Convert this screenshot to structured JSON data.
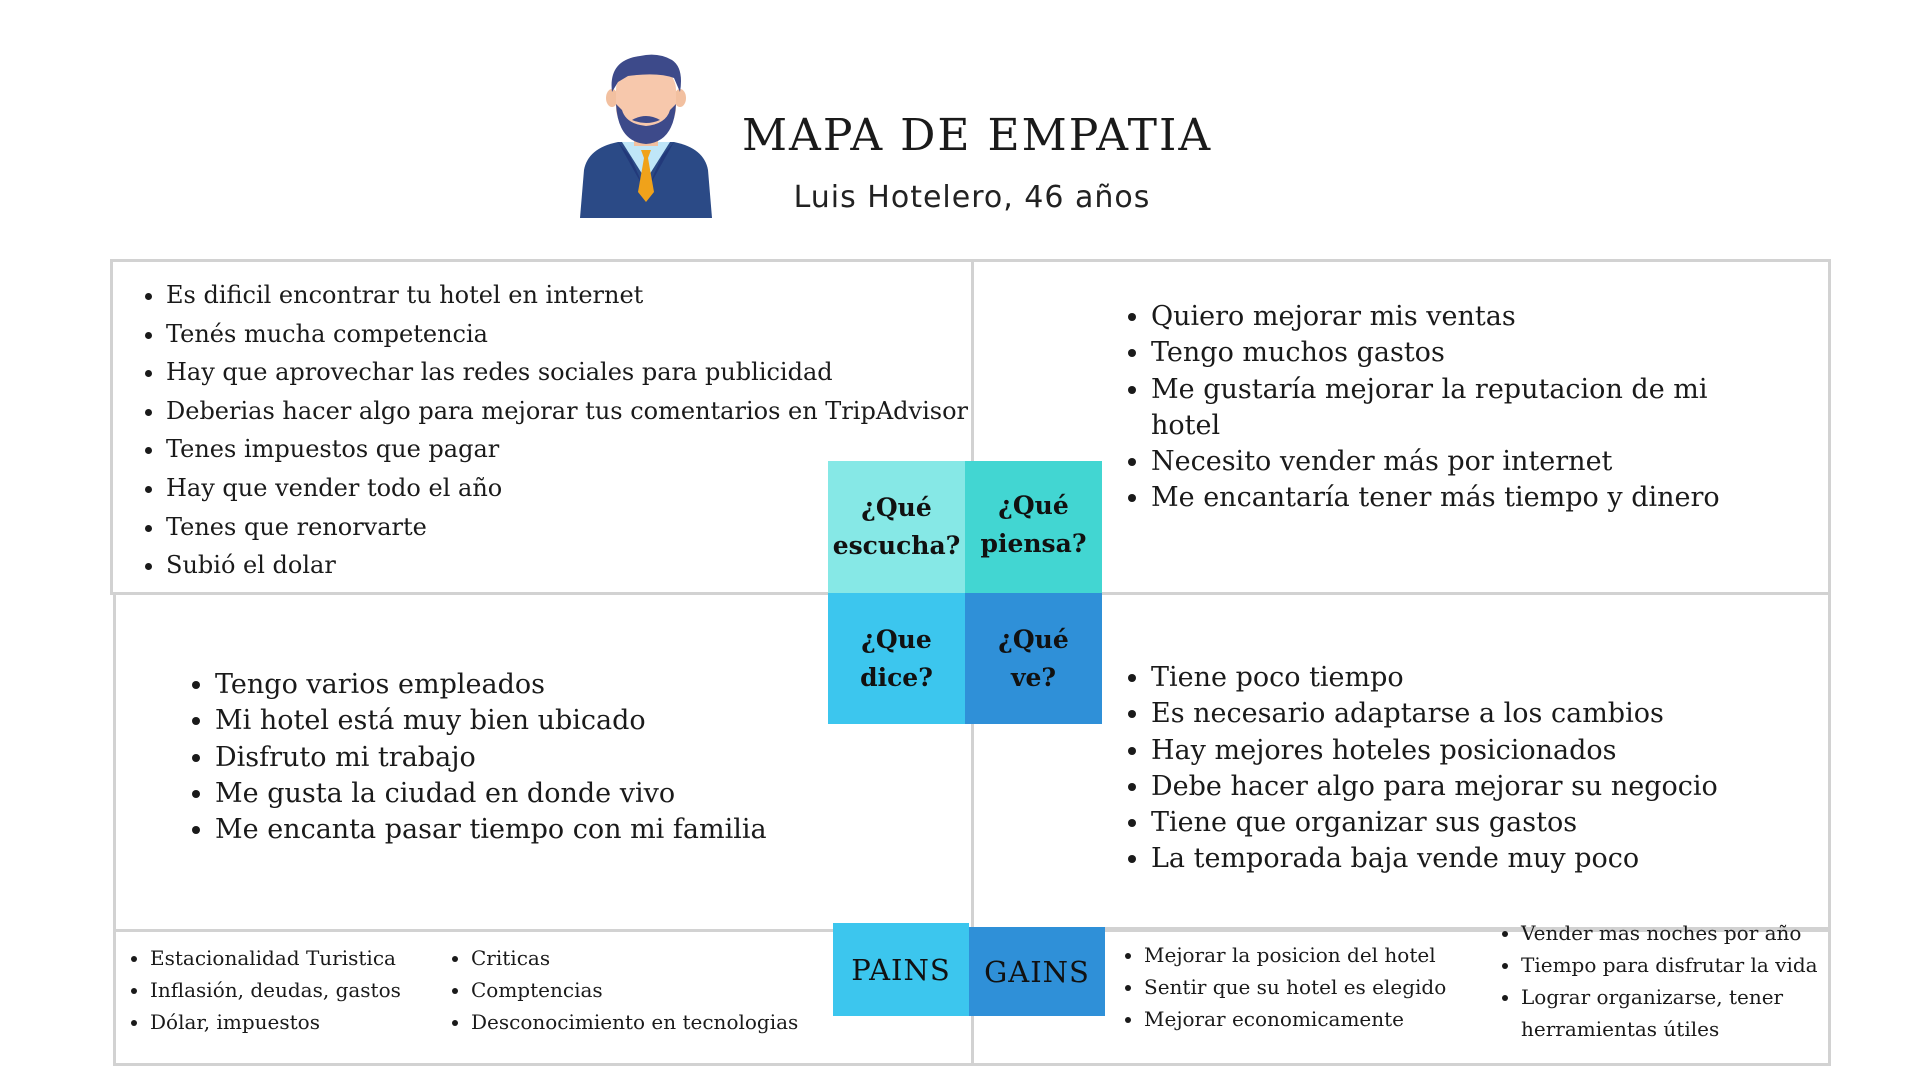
{
  "header": {
    "title": "MAPA DE EMPATIA",
    "subtitle": "Luis Hotelero, 46 años"
  },
  "colors": {
    "escucha": "#86e8e6",
    "piensa": "#42d6d2",
    "dice": "#3cc6ee",
    "ve": "#2f90d8",
    "pains": "#3cc6ee",
    "gains": "#2f90d8",
    "border": "#d2d2d2"
  },
  "avatar": {
    "icon": "businessman-avatar-icon"
  },
  "quadrants": {
    "escucha": {
      "label": [
        "¿Qué",
        "escucha?"
      ],
      "items": [
        "Es dificil encontrar tu hotel en internet",
        "Tenés mucha competencia",
        "Hay que aprovechar las redes sociales para publicidad",
        "Deberias hacer algo para mejorar tus comentarios en TripAdvisor",
        "Tenes impuestos que pagar",
        "Hay que vender todo el año",
        "Tenes que renorvarte",
        "Subió el dolar"
      ]
    },
    "piensa": {
      "label": [
        "¿Qué",
        "piensa?"
      ],
      "items": [
        "Quiero mejorar mis ventas",
        "Tengo muchos gastos",
        "Me gustaría mejorar la reputacion de mi hotel",
        "Necesito vender más por internet",
        "Me encantaría tener más tiempo y dinero"
      ]
    },
    "dice": {
      "label": [
        "¿Que",
        "dice?"
      ],
      "items": [
        "Tengo varios empleados",
        "Mi hotel está muy bien ubicado",
        "Disfruto mi trabajo",
        "Me gusta la ciudad en donde vivo",
        "Me encanta pasar tiempo con mi familia"
      ]
    },
    "ve": {
      "label": [
        "¿Qué",
        "ve?"
      ],
      "items": [
        "Tiene poco tiempo",
        "Es necesario adaptarse a los cambios",
        "Hay mejores hoteles posicionados",
        "Debe hacer algo para mejorar su negocio",
        "Tiene que organizar sus gastos",
        "La temporada baja vende muy poco"
      ]
    }
  },
  "pains": {
    "label": "PAINS",
    "col1": [
      "Estacionalidad Turistica",
      "Inflasión, deudas, gastos",
      "Dólar, impuestos"
    ],
    "col2": [
      "Criticas",
      "Comptencias",
      "Desconocimiento en tecnologias"
    ]
  },
  "gains": {
    "label": "GAINS",
    "col1": [
      "Mejorar la posicion del hotel",
      "Sentir que su hotel es elegido",
      "Mejorar economicamente"
    ],
    "col2": [
      "Vender mas noches por año",
      "Tiempo para disfrutar la vida",
      "Lograr organizarse, tener herramientas útiles"
    ]
  }
}
